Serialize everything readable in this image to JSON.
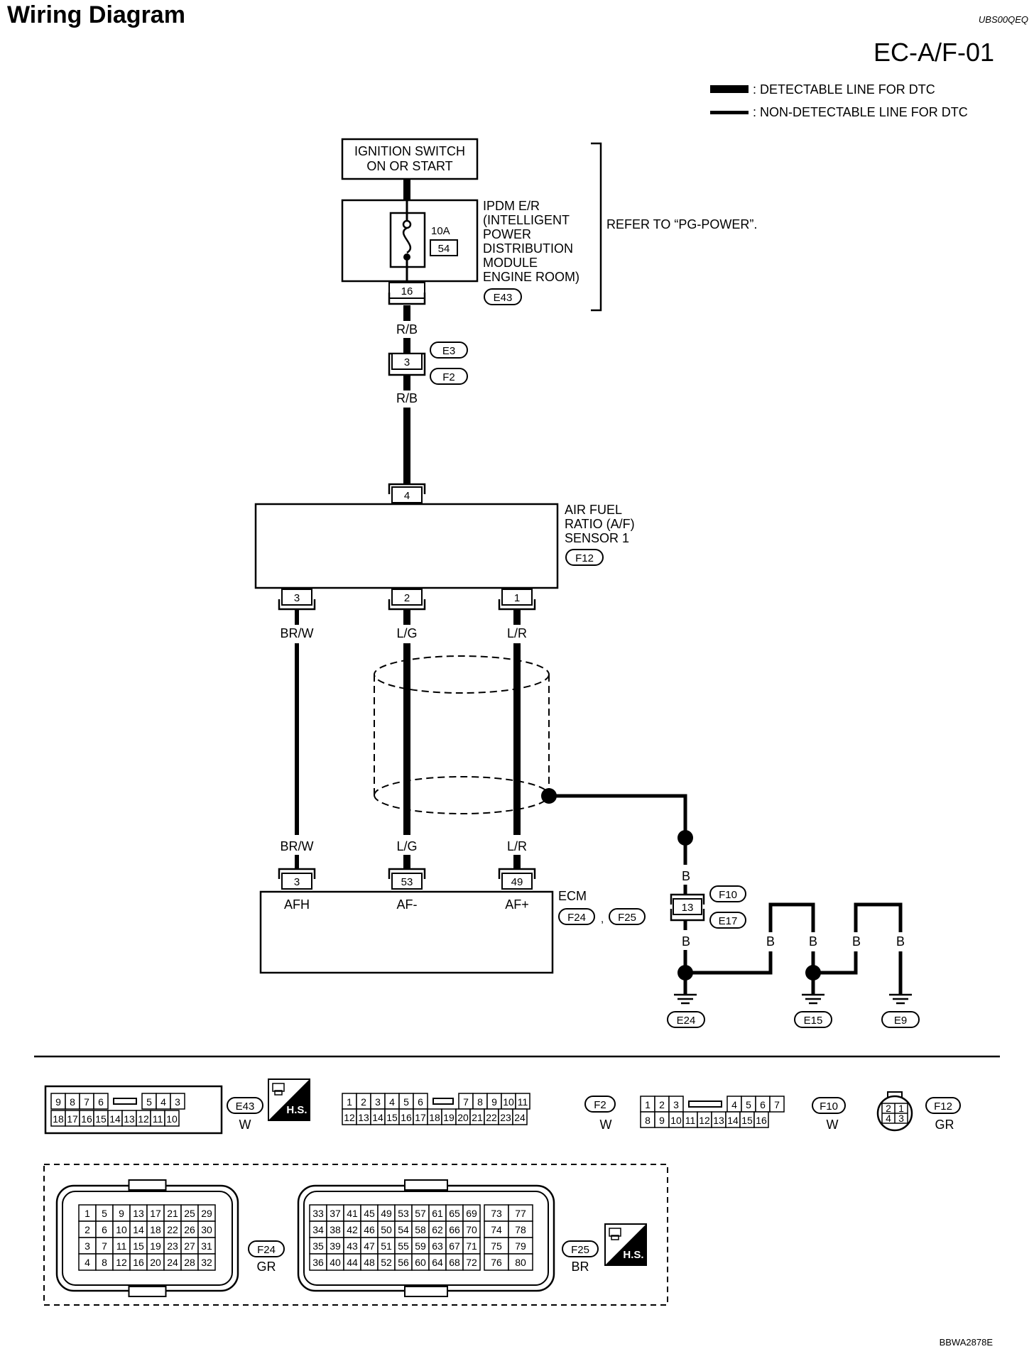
{
  "page_title": "Wiring Diagram",
  "doc_code": "UBS00QEQ",
  "section_code": "EC-A/F-01",
  "footer_code": "BBWA2878E",
  "legend": [
    {
      "label": ": DETECTABLE LINE FOR DTC"
    },
    {
      "label": ": NON-DETECTABLE LINE FOR DTC"
    }
  ],
  "components": {
    "ignition": [
      "IGNITION SWITCH",
      "ON OR START"
    ],
    "ipdm_lines": [
      "IPDM E/R",
      "(INTELLIGENT",
      "POWER",
      "DISTRIBUTION",
      "MODULE",
      "ENGINE ROOM)"
    ],
    "fuse_rating": "10A",
    "fuse_number": "54",
    "ipdm_pin": "16",
    "ipdm_connector": "E43",
    "refer_note": "REFER TO “PG-POWER”.",
    "sensor_lines": [
      "AIR FUEL",
      "RATIO (A/F)",
      "SENSOR 1"
    ],
    "sensor_connector": "F12",
    "ecm_label": "ECM",
    "ecm_connectors": [
      "F24",
      "F25"
    ],
    "ecm_separator": ","
  },
  "wires": {
    "ipdm_out": "R/B",
    "joint_pin": "3",
    "joint_connectors": [
      "E3",
      "F2"
    ],
    "sensor_in": "R/B",
    "sensor_pin_top": "4",
    "sensor_pins": [
      "3",
      "2",
      "1"
    ],
    "sensor_colors": [
      "BR/W",
      "L/G",
      "L/R"
    ],
    "ecm_colors": [
      "BR/W",
      "L/G",
      "L/R"
    ],
    "ecm_pins": [
      "3",
      "53",
      "49"
    ],
    "ecm_terminals": [
      "AFH",
      "AF-",
      "AF+"
    ],
    "ground_color": "B",
    "ground_pin": "13",
    "ground_joint_connectors": [
      "F10",
      "E17"
    ],
    "grounds": [
      "E24",
      "E15",
      "E9"
    ]
  },
  "connectors": {
    "e43": {
      "id": "E43",
      "color": "W",
      "row1": [
        "9",
        "8",
        "7",
        "6",
        "5",
        "4",
        "3"
      ],
      "row2": [
        "18",
        "17",
        "16",
        "15",
        "14",
        "13",
        "12",
        "11",
        "10"
      ]
    },
    "hs": "H.S.",
    "f2": {
      "id": "F2",
      "color": "W",
      "row1": [
        "1",
        "2",
        "3",
        "4",
        "5",
        "6",
        "7",
        "8",
        "9",
        "10",
        "11"
      ],
      "row2": [
        "12",
        "13",
        "14",
        "15",
        "16",
        "17",
        "18",
        "19",
        "20",
        "21",
        "22",
        "23",
        "24"
      ]
    },
    "f10": {
      "id": "F10",
      "color": "W",
      "row1": [
        "1",
        "2",
        "3",
        "4",
        "5",
        "6",
        "7"
      ],
      "row2": [
        "8",
        "9",
        "10",
        "11",
        "12",
        "13",
        "14",
        "15",
        "16"
      ]
    },
    "f12": {
      "id": "F12",
      "color": "GR",
      "pins": [
        "2",
        "1",
        "4",
        "3"
      ]
    },
    "f24": {
      "id": "F24",
      "color": "GR",
      "rows": [
        [
          "1",
          "5",
          "9",
          "13",
          "17",
          "21",
          "25",
          "29"
        ],
        [
          "2",
          "6",
          "10",
          "14",
          "18",
          "22",
          "26",
          "30"
        ],
        [
          "3",
          "7",
          "11",
          "15",
          "19",
          "23",
          "27",
          "31"
        ],
        [
          "4",
          "8",
          "12",
          "16",
          "20",
          "24",
          "28",
          "32"
        ]
      ]
    },
    "f25": {
      "id": "F25",
      "color": "BR",
      "rows": [
        [
          "33",
          "37",
          "41",
          "45",
          "49",
          "53",
          "57",
          "61",
          "65",
          "69",
          "73",
          "77"
        ],
        [
          "34",
          "38",
          "42",
          "46",
          "50",
          "54",
          "58",
          "62",
          "66",
          "70",
          "74",
          "78"
        ],
        [
          "35",
          "39",
          "43",
          "47",
          "51",
          "55",
          "59",
          "63",
          "67",
          "71",
          "75",
          "79"
        ],
        [
          "36",
          "40",
          "44",
          "48",
          "52",
          "56",
          "60",
          "64",
          "68",
          "72",
          "76",
          "80"
        ]
      ]
    }
  }
}
